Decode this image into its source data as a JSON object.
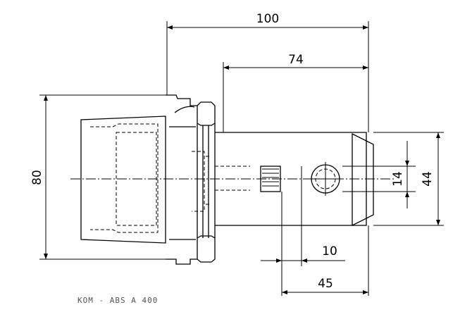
{
  "drawing": {
    "dimensions": {
      "overall_length": "100",
      "shank_length": "74",
      "flange_diameter": "80",
      "bore_diameter": "14",
      "body_diameter": "44",
      "screw_offset": "10",
      "screw_position": "45"
    },
    "caption": "KOM - ABS A 400"
  }
}
